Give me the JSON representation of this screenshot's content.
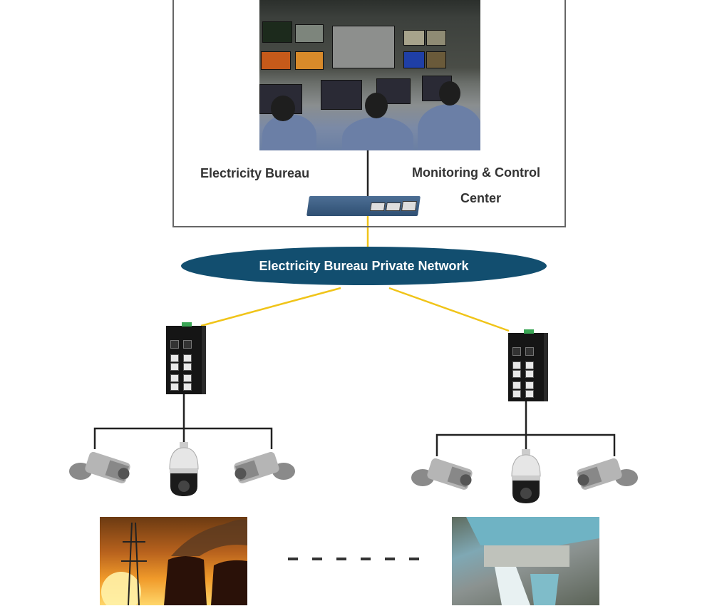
{
  "diagram": {
    "control_center": {
      "label_left": "Electricity Bureau",
      "label_right_line1": "Monitoring & Control",
      "label_right_line2": "Center",
      "image": "control-room-photo",
      "core_switch": "rack-switch"
    },
    "network": {
      "label": "Electricity Bureau Private Network",
      "color": "#124e6f"
    },
    "branches": [
      {
        "name": "left-branch",
        "switch": "industrial-switch",
        "cameras": [
          "bullet-camera",
          "ptz-dome-camera",
          "bullet-camera"
        ],
        "site": "power-plant-photo"
      },
      {
        "name": "right-branch",
        "switch": "industrial-switch",
        "cameras": [
          "bullet-camera",
          "ptz-dome-camera",
          "bullet-camera"
        ],
        "site": "hydro-dam-photo"
      }
    ],
    "ellipsis_separator": "- - - - - -",
    "colors": {
      "fiber_link": "#f0c419",
      "copper_link": "#222222",
      "frame_border": "#666666"
    }
  }
}
